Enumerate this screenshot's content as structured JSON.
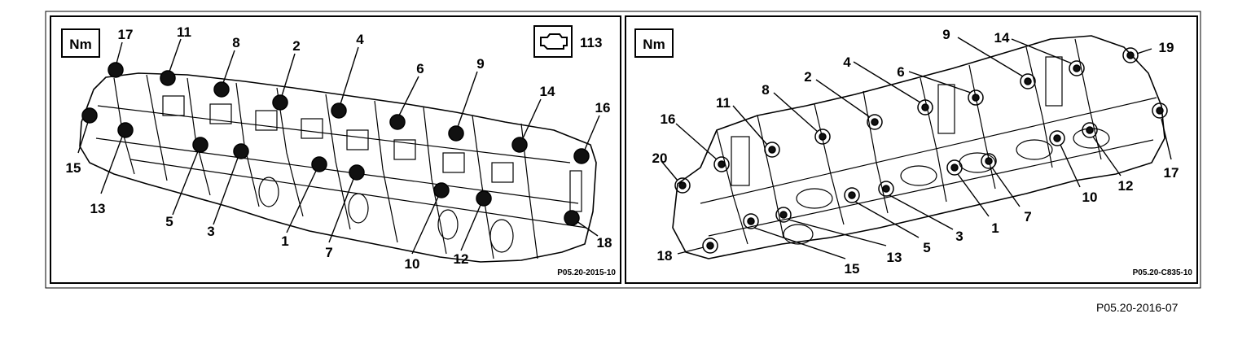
{
  "figure_ref": "P05.20-2016-07",
  "left_panel": {
    "torque_label": "Nm",
    "engine_code": "113",
    "ref_code": "P05.20-2015-10",
    "callouts": [
      "17",
      "11",
      "8",
      "2",
      "4",
      "6",
      "9",
      "14",
      "16",
      "15",
      "13",
      "5",
      "3",
      "1",
      "7",
      "10",
      "12",
      "18"
    ]
  },
  "right_panel": {
    "torque_label": "Nm",
    "ref_code": "P05.20-C835-10",
    "callouts": [
      "9",
      "14",
      "19",
      "4",
      "6",
      "2",
      "8",
      "11",
      "16",
      "20",
      "17",
      "12",
      "10",
      "7",
      "1",
      "3",
      "5",
      "13",
      "15",
      "18"
    ]
  }
}
